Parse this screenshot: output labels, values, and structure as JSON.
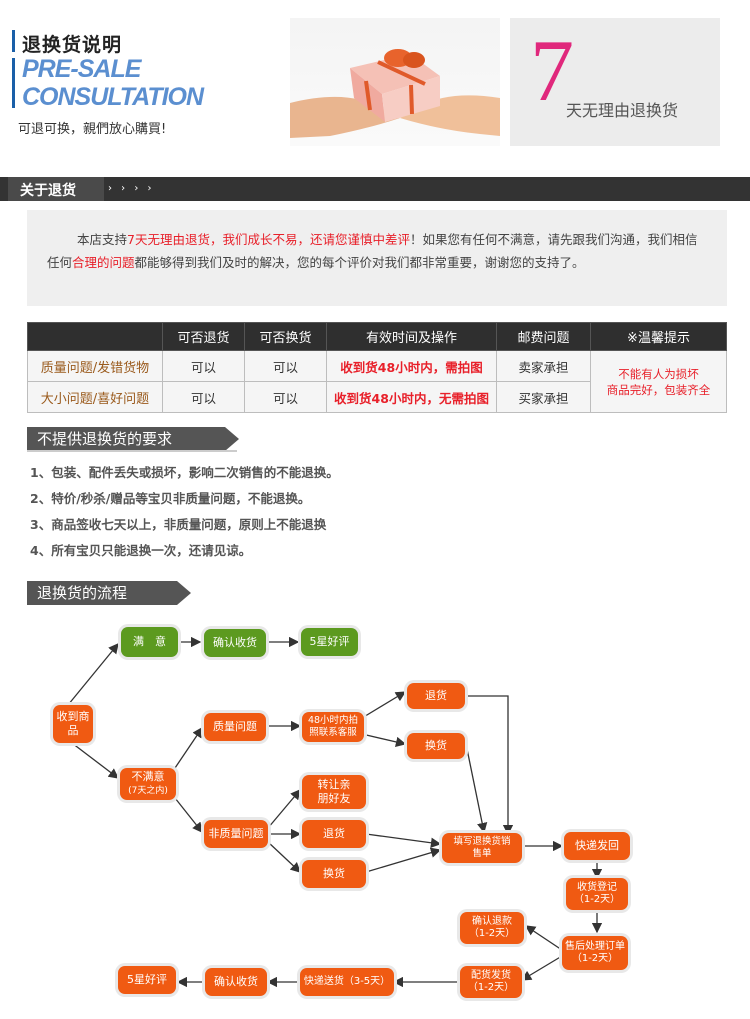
{
  "header": {
    "title_cn": "退换货说明",
    "title_en_1": "PRE-SALE",
    "title_en_2": "CONSULTATION",
    "subtitle": "可退可换，親們放心購買!",
    "seven": "7",
    "seven_text": "天无理由退换货"
  },
  "about": {
    "title": "关于退货",
    "arrows": "› › › ›",
    "p1": "本店支持",
    "p2": "7天无理由退货，我们成长不易，还请您谨慎中差评",
    "p3": "！如果您有任何不满意，请先跟我们沟通，我们相信任何",
    "p4": "合理的问题",
    "p5": "都能够得到我们及时的解决，您的每个评价对我们都非常重要，谢谢您的支持了。"
  },
  "table": {
    "headers": [
      "",
      "可否退货",
      "可否换货",
      "有效时间及操作",
      "邮费问题",
      "※温馨提示"
    ],
    "rows": [
      {
        "label": "质量问题/发错货物",
        "ret": "可以",
        "exch": "可以",
        "time": "收到货48小时内，需拍图",
        "fee": "卖家承担"
      },
      {
        "label": "大小问题/喜好问题",
        "ret": "可以",
        "exch": "可以",
        "time": "收到货48小时内，无需拍图",
        "fee": "买家承担"
      }
    ],
    "note_1": "不能有人为损坏",
    "note_2": "商品完好，包装齐全"
  },
  "requirements": {
    "title": "不提供退换货的要求",
    "items": [
      "1、包装、配件丢失或损坏，影响二次销售的不能退换。",
      "2、特价/秒杀/赠品等宝贝非质量问题，不能退换。",
      "3、商品签收七天以上，非质量问题，原则上不能退换",
      "4、所有宝贝只能退换一次，还请见谅。"
    ]
  },
  "flow": {
    "title": "退换货的流程",
    "nodes": {
      "receive": "收到商品",
      "satisfied": "满　意",
      "confirm1": "确认收货",
      "five1": "5星好评",
      "unsat": "不满意",
      "unsat_sub": "(7天之内)",
      "quality": "质量问题",
      "h48": "48小时内拍照联系客服",
      "ret1": "退货",
      "exch1": "换货",
      "nonq": "非质量问题",
      "transfer": "转让亲朋好友",
      "ret2": "退货",
      "exch2": "换货",
      "fill": "填写退换货销售单",
      "express": "快递发回",
      "reg": "收货登记",
      "reg_sub": "（1-2天）",
      "after": "售后处理订单",
      "after_sub": "（1-2天）",
      "refund": "确认退款",
      "refund_sub": "（1-2天）",
      "dist": "配货发货",
      "dist_sub": "（1-2天）",
      "ship": "快递送货（3-5天）",
      "confirm2": "确认收货",
      "five2": "5星好评"
    }
  },
  "colors": {
    "accent": "#f05a12",
    "green": "#5c9a1f",
    "red": "#e8202a",
    "dark": "#333333"
  }
}
